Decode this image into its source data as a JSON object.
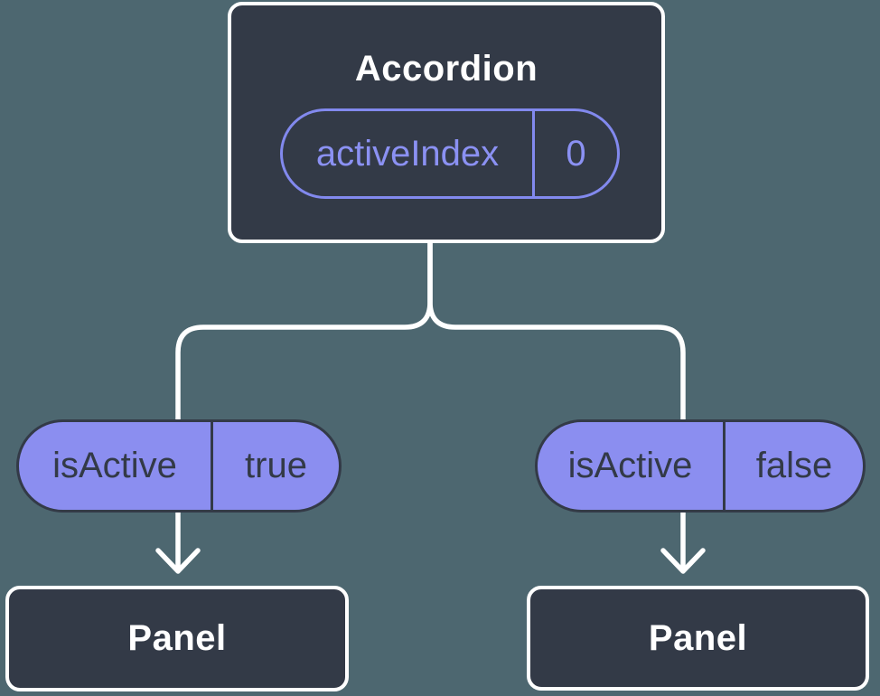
{
  "colors": {
    "background": "#4D6770",
    "node_fill": "#333A47",
    "node_border": "#FFFFFF",
    "pill_fill": "#8B8EF0",
    "pill_outline": "#8289EE",
    "pill_text_dark": "#333A47",
    "connector": "#FFFFFF"
  },
  "root_node": {
    "title": "Accordion",
    "prop_pill": {
      "name": "activeIndex",
      "value": "0"
    }
  },
  "branches": [
    {
      "state_pill": {
        "name": "isActive",
        "value": "true"
      },
      "child_node": {
        "title": "Panel"
      }
    },
    {
      "state_pill": {
        "name": "isActive",
        "value": "false"
      },
      "child_node": {
        "title": "Panel"
      }
    }
  ]
}
